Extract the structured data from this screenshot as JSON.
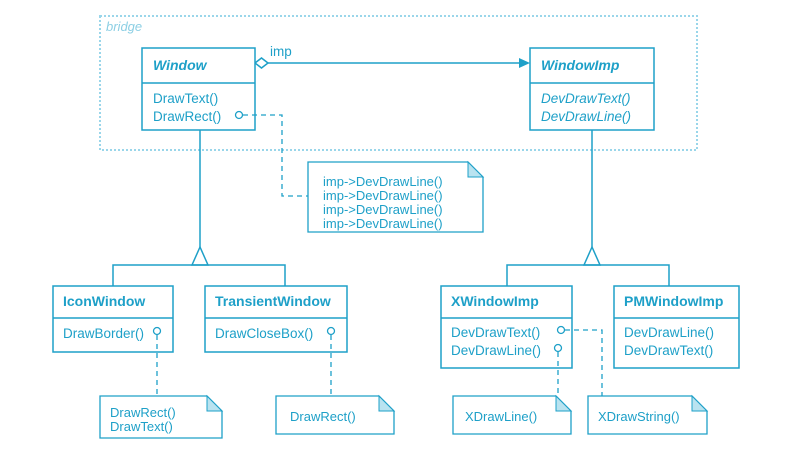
{
  "colors": {
    "ink": "#1ea0c8",
    "fill": "#ffffff",
    "bridge_border": "#9ad6ea"
  },
  "bridge_label": "bridge",
  "association_label": "imp",
  "classes": {
    "window": {
      "name": "Window",
      "ops": [
        "DrawText()",
        "DrawRect()"
      ],
      "abstract": true
    },
    "window_imp": {
      "name": "WindowImp",
      "ops": [
        "DevDrawText()",
        "DevDrawLine()"
      ],
      "abstract": true
    },
    "icon_window": {
      "name": "IconWindow",
      "ops": [
        "DrawBorder()"
      ]
    },
    "transient_window": {
      "name": "TransientWindow",
      "ops": [
        "DrawCloseBox()"
      ]
    },
    "x_window_imp": {
      "name": "XWindowImp",
      "ops": [
        "DevDrawText()",
        "DevDrawLine()"
      ]
    },
    "pm_window_imp": {
      "name": "PMWindowImp",
      "ops": [
        "DevDrawLine()",
        "DevDrawText()"
      ]
    }
  },
  "notes": {
    "draw_rect_impl": [
      "imp->DevDrawLine()",
      "imp->DevDrawLine()",
      "imp->DevDrawLine()",
      "imp->DevDrawLine()"
    ],
    "draw_border_impl": [
      "DrawRect()",
      "DrawText()"
    ],
    "draw_close_box_impl": [
      "DrawRect()"
    ],
    "dev_draw_line_impl": [
      "XDrawLine()"
    ],
    "dev_draw_text_impl": [
      "XDrawString()"
    ]
  }
}
